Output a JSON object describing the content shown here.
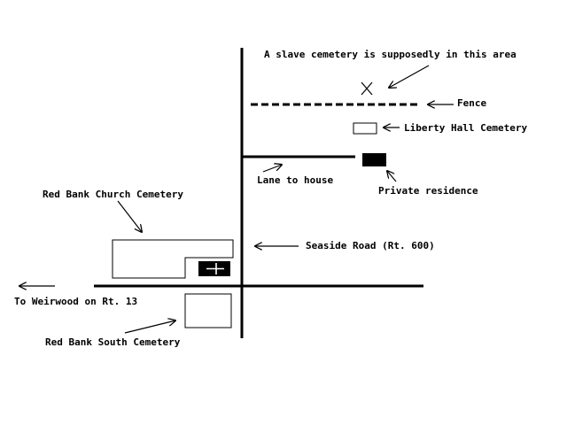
{
  "map": {
    "colors": {
      "ink": "#000000",
      "background": "#ffffff"
    },
    "labels": {
      "slave_cemetery": "A slave cemetery is supposedly in this area",
      "fence": "Fence",
      "liberty_hall": "Liberty Hall Cemetery",
      "lane": "Lane to house",
      "private_residence": "Private residence",
      "red_bank_church": "Red Bank Church Cemetery",
      "seaside_road": "Seaside Road (Rt. 600)",
      "to_weirwood": "To Weirwood on Rt. 13",
      "red_bank_south": "Red Bank South Cemetery"
    },
    "symbols": {
      "slave_cemetery_marker": "x-mark-icon",
      "church_symbol": "cross-icon"
    }
  }
}
